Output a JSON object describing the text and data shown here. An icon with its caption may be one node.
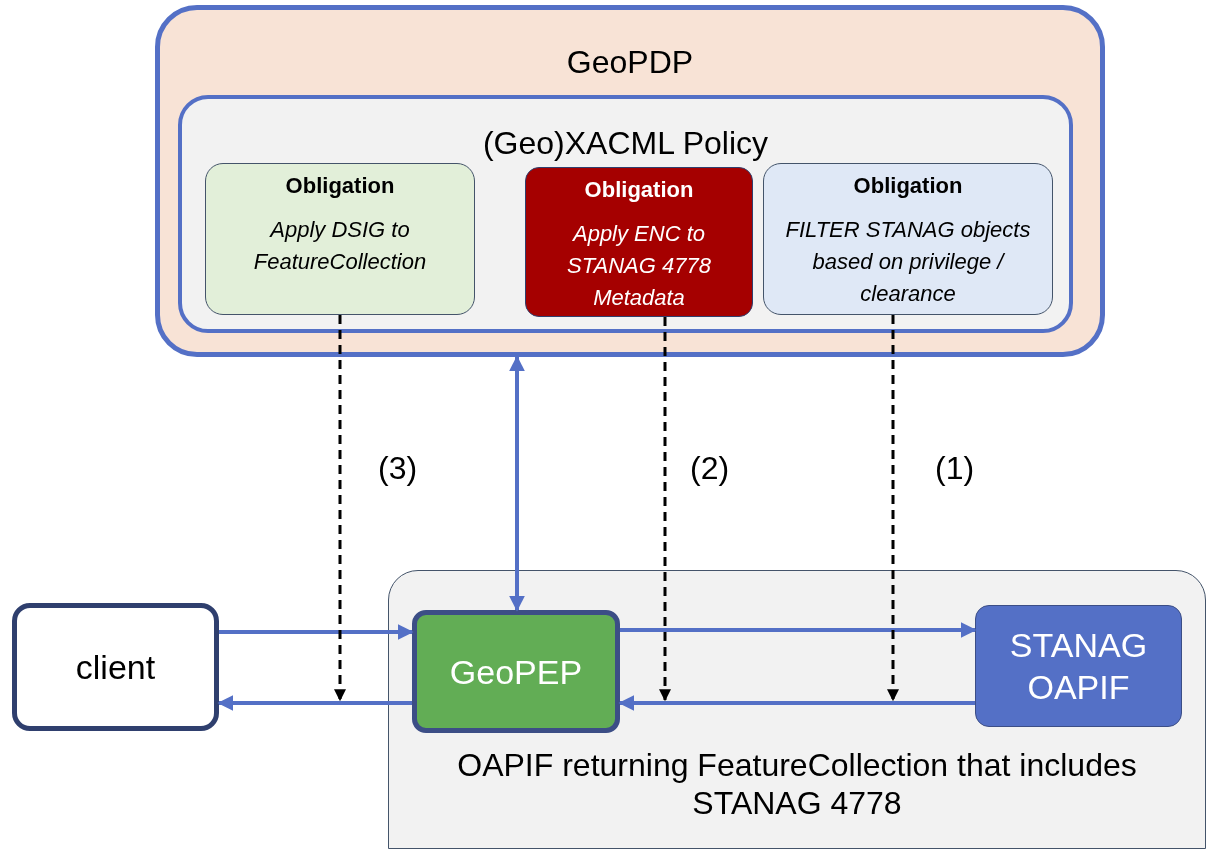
{
  "diagram": {
    "nodes": [
      {
        "text": [
          "GeoPDP"
        ]
      },
      {
        "text": [
          "(Geo)XACML Policy"
        ],
        "in": 0
      },
      {
        "text": [
          "Obligation",
          "Apply DSIG to FeatureCollection"
        ],
        "in": 1
      },
      {
        "text": [
          "Obligation",
          "Apply ENC to STANAG 4778 Metadata"
        ],
        "in": 1
      },
      {
        "text": [
          "Obligation",
          "FILTER STANAG objects based on privilege / clearance"
        ],
        "in": 1
      },
      {
        "text": [
          "OAPIF returning FeatureCollection that includes STANAG 4778"
        ]
      },
      {
        "text": [
          "client"
        ]
      },
      {
        "text": [
          "GeoPEP"
        ],
        "in": 5
      },
      {
        "text": [
          "STANAG OAPIF"
        ],
        "in": 5
      }
    ],
    "edges": [
      {
        "from": 0,
        "to": 7,
        "arrow": "both"
      },
      {
        "from": 6,
        "to": 7,
        "arrow": "to"
      },
      {
        "from": 7,
        "to": 6,
        "arrow": "to"
      },
      {
        "from": 7,
        "to": 8,
        "arrow": "to"
      },
      {
        "from": 8,
        "to": 7,
        "arrow": "to"
      },
      {
        "from": 2,
        "to": null,
        "arrow": "to",
        "label": "(3)",
        "style": "dashed",
        "color": "#000000"
      },
      {
        "from": 3,
        "to": null,
        "arrow": "to",
        "label": "(2)",
        "style": "dashed",
        "color": "#000000"
      },
      {
        "from": 4,
        "to": null,
        "arrow": "to",
        "label": "(1)",
        "style": "dashed",
        "color": "#000000"
      }
    ]
  }
}
